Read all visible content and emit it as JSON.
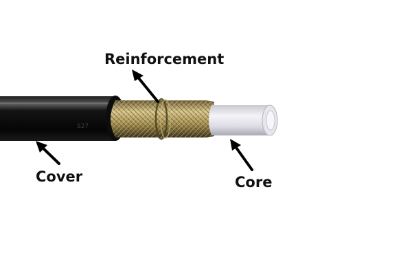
{
  "labels": {
    "reinforcement": "Reinforcement",
    "cover": "Cover",
    "core": "Core"
  },
  "colors": {
    "cover": "#0b0b0b",
    "braid": "#b59a55",
    "core": "#dcdce4",
    "label": "#111111"
  },
  "icons": [
    "hose-illustration",
    "arrow"
  ]
}
